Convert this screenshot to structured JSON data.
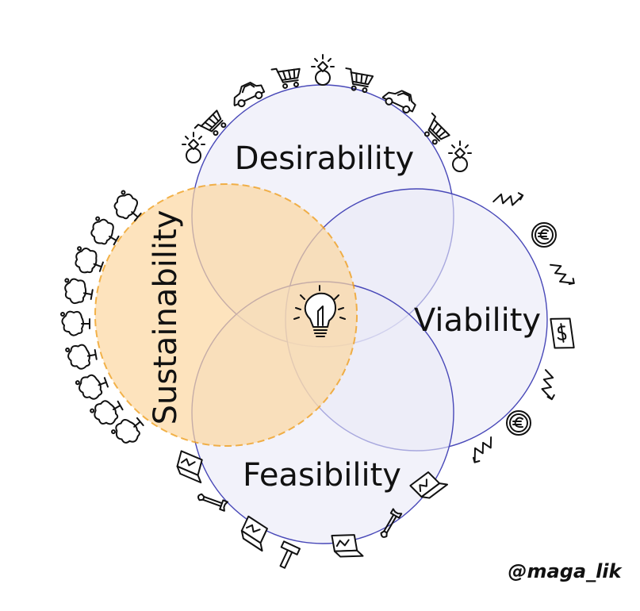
{
  "diagram": {
    "sets": {
      "desirability": {
        "label": "Desirability",
        "fill": "#e9e9f6",
        "stroke": "#4848b8"
      },
      "viability": {
        "label": "Viability",
        "fill": "#e9e9f6",
        "stroke": "#4848b8"
      },
      "feasibility": {
        "label": "Feasibility",
        "fill": "#e9e9f6",
        "stroke": "#4848b8"
      },
      "sustainability": {
        "label": "Sustainability",
        "fill": "#fbd7a0",
        "stroke": "#f0a020"
      }
    },
    "center_icon": "lightbulb-icon",
    "icon_groups": {
      "desirability": [
        "car-icon",
        "shopping-cart-icon",
        "diamond-ring-icon"
      ],
      "viability": [
        "trend-chart-icon",
        "euro-coin-icon",
        "dollar-banknote-icon"
      ],
      "feasibility": [
        "laptop-icon",
        "wrench-icon",
        "hammer-icon"
      ],
      "sustainability": [
        "tree-icon"
      ]
    }
  },
  "credit": "@maga_lik"
}
